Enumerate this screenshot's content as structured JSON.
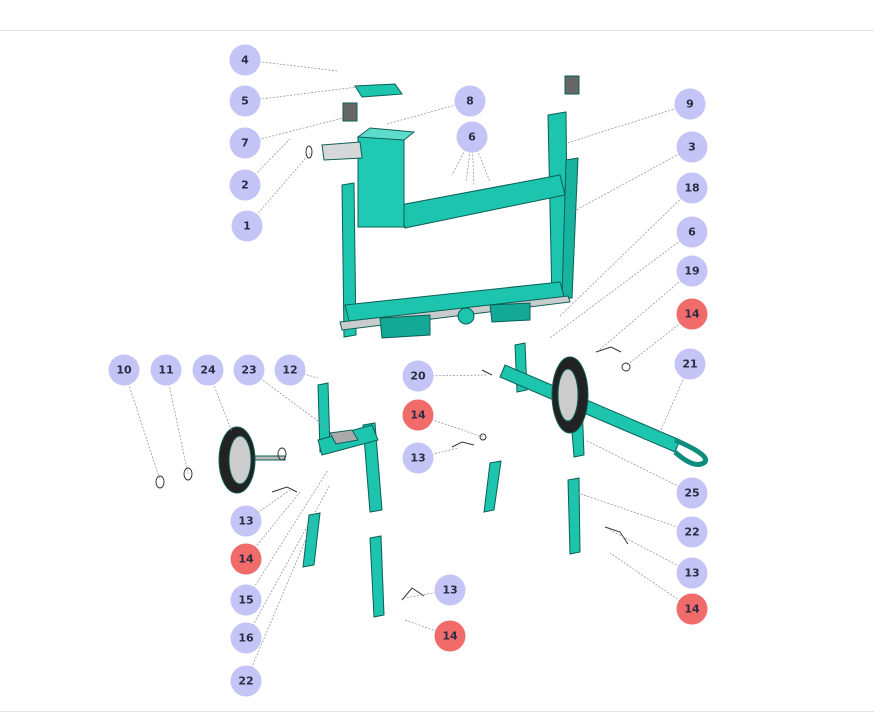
{
  "colors": {
    "callout": "#c4c4f6",
    "callout_alert": "#f26b6b",
    "part": "#1dc4ae",
    "part_dark": "#0e8d7d"
  },
  "callouts": [
    {
      "label": "4",
      "alert": false
    },
    {
      "label": "5",
      "alert": false
    },
    {
      "label": "8",
      "alert": false
    },
    {
      "label": "9",
      "alert": false
    },
    {
      "label": "7",
      "alert": false
    },
    {
      "label": "6",
      "alert": false
    },
    {
      "label": "3",
      "alert": false
    },
    {
      "label": "2",
      "alert": false
    },
    {
      "label": "18",
      "alert": false
    },
    {
      "label": "1",
      "alert": false
    },
    {
      "label": "6",
      "alert": false
    },
    {
      "label": "19",
      "alert": false
    },
    {
      "label": "14",
      "alert": true
    },
    {
      "label": "21",
      "alert": false
    },
    {
      "label": "10",
      "alert": false
    },
    {
      "label": "11",
      "alert": false
    },
    {
      "label": "24",
      "alert": false
    },
    {
      "label": "23",
      "alert": false
    },
    {
      "label": "12",
      "alert": false
    },
    {
      "label": "20",
      "alert": false
    },
    {
      "label": "14",
      "alert": true
    },
    {
      "label": "13",
      "alert": false
    },
    {
      "label": "25",
      "alert": false
    },
    {
      "label": "13",
      "alert": false
    },
    {
      "label": "22",
      "alert": false
    },
    {
      "label": "14",
      "alert": true
    },
    {
      "label": "13",
      "alert": false
    },
    {
      "label": "15",
      "alert": false
    },
    {
      "label": "13",
      "alert": false
    },
    {
      "label": "14",
      "alert": true
    },
    {
      "label": "16",
      "alert": false
    },
    {
      "label": "14",
      "alert": true
    },
    {
      "label": "22",
      "alert": false
    }
  ]
}
